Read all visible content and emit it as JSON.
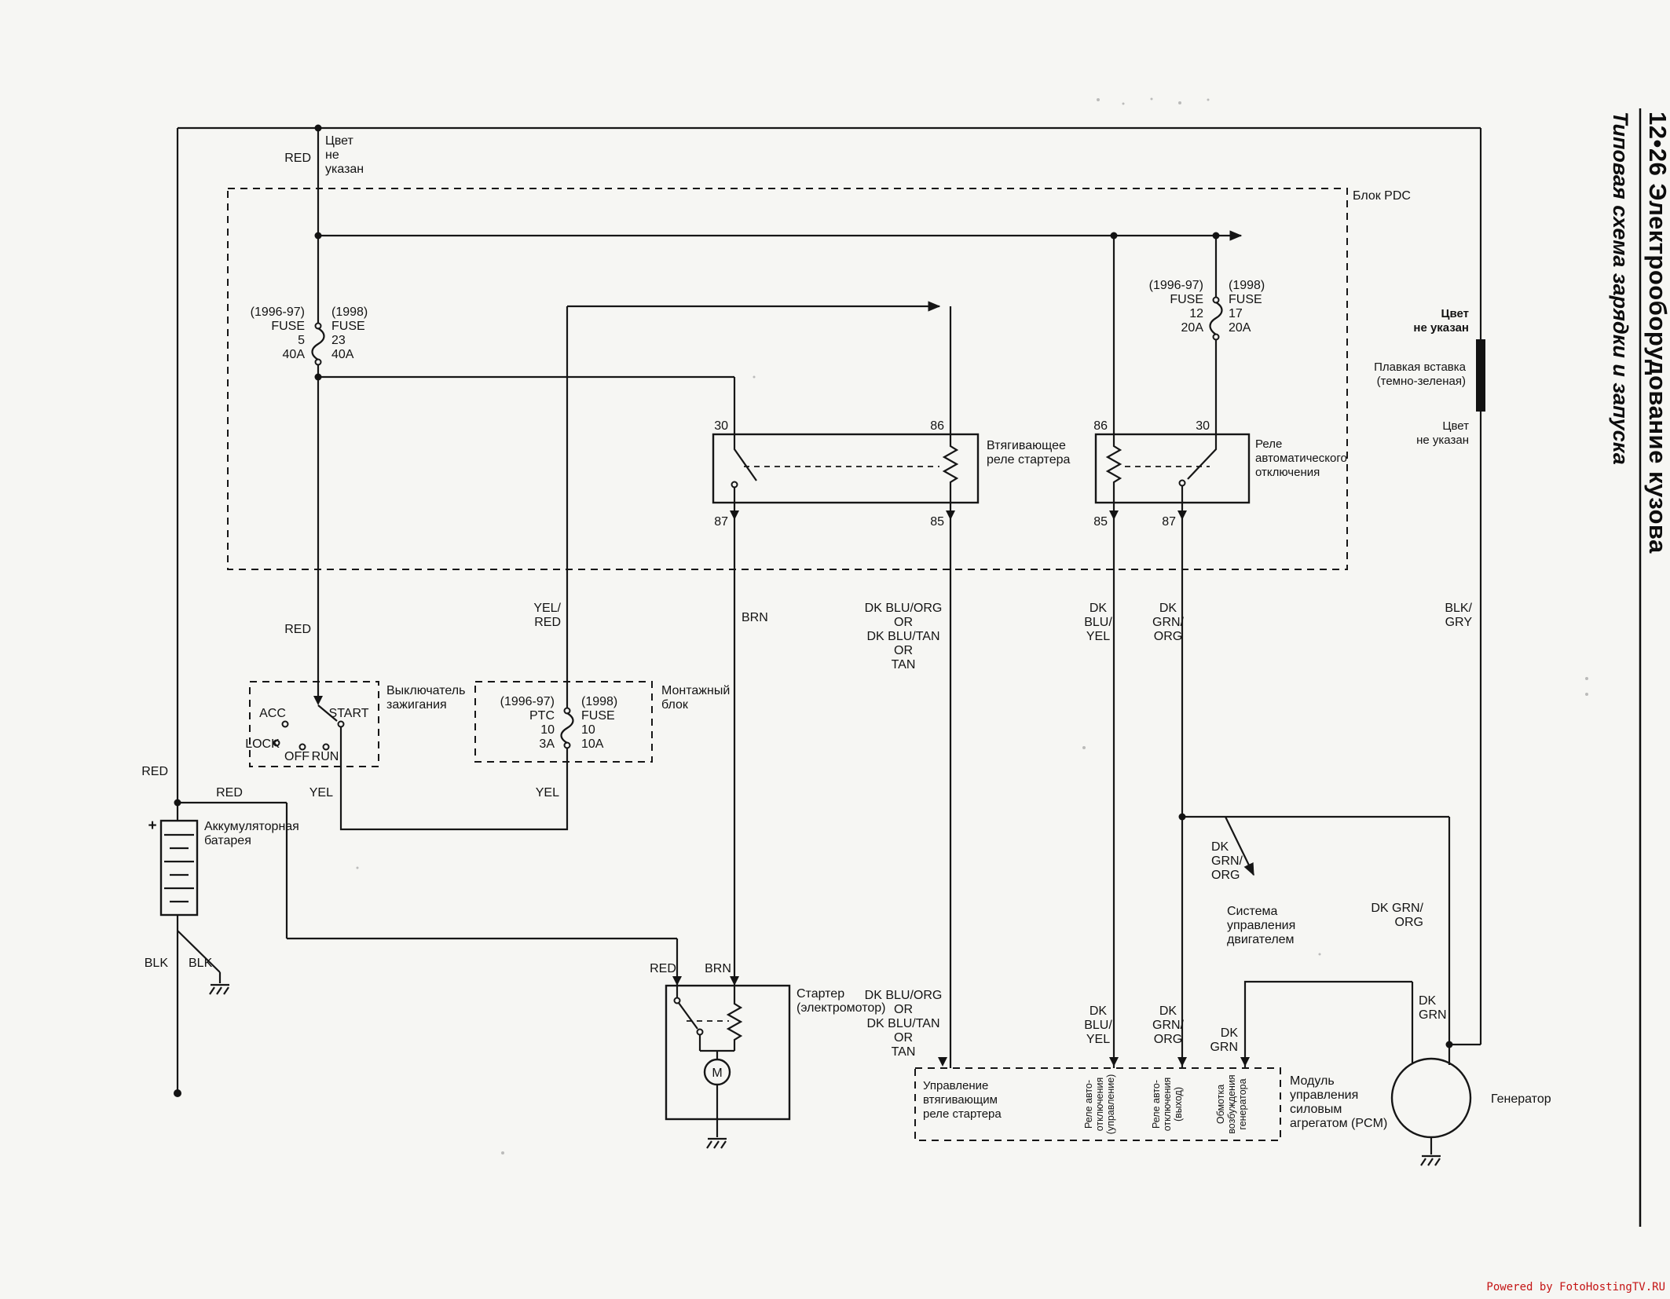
{
  "page": {
    "code_title": "12•26  Электрооборудование кузова",
    "subtitle": "Типовая схема зарядки и запуска",
    "watermark": "Powered by FotoHostingTV.RU"
  },
  "top_note": {
    "lines": [
      "Цвет",
      "не",
      "указан"
    ],
    "wire": "RED"
  },
  "pdc": {
    "title": "Блок PDC",
    "fuse_a": {
      "left": [
        "(1996-97)",
        "FUSE",
        "5",
        "40A"
      ],
      "right": [
        "(1998)",
        "FUSE",
        "23",
        "40A"
      ]
    },
    "fuse_b": {
      "left": [
        "(1996-97)",
        "FUSE",
        "12",
        "20A"
      ],
      "right": [
        "(1998)",
        "FUSE",
        "17",
        "20A"
      ]
    },
    "starter_relay": {
      "label": [
        "Втягивающее",
        "реле стартера"
      ],
      "terminals": {
        "tl": "30",
        "tr": "86",
        "bl": "87",
        "br": "85"
      }
    },
    "asd_relay": {
      "label": [
        "Реле",
        "автоматического",
        "отключения"
      ],
      "terminals": {
        "tl": "86",
        "tr": "30",
        "bl": "85",
        "br": "87"
      }
    }
  },
  "fusible_link": {
    "above": [
      "Цвет",
      "не указан"
    ],
    "label": [
      "Плавкая вставка",
      "(темно-зеленая)"
    ],
    "below": [
      "Цвет",
      "не указан"
    ]
  },
  "wires": {
    "red": "RED",
    "yel": "YEL",
    "brn": "BRN",
    "blk": "BLK",
    "yel_red": [
      "YEL/",
      "RED"
    ],
    "blk_gry": [
      "BLK/",
      "GRY"
    ],
    "dk_blu_org_alt": [
      "DK BLU/ORG",
      "OR",
      "DK BLU/TAN",
      "OR",
      "TAN"
    ],
    "dk_blu_yel": [
      "DK",
      "BLU/",
      "YEL"
    ],
    "dk_grn_org": [
      "DK",
      "GRN/",
      "ORG"
    ],
    "dk_grn_org_2l": [
      "DK GRN/",
      "ORG"
    ],
    "dk_grn": [
      "DK",
      "GRN"
    ]
  },
  "ignition": {
    "label": [
      "Выключатель",
      "зажигания"
    ],
    "positions": {
      "acc": "ACC",
      "lock": "LOCK",
      "off": "OFF",
      "run": "RUN",
      "start": "START"
    }
  },
  "mounting_block": {
    "label": [
      "Монтажный",
      "блок"
    ],
    "fuse": {
      "left": [
        "(1996-97)",
        "PTC",
        "10",
        "3A"
      ],
      "right": [
        "(1998)",
        "FUSE",
        "10",
        "10A"
      ]
    }
  },
  "battery": {
    "label": [
      "Аккумуляторная",
      "батарея"
    ],
    "plus": "+"
  },
  "starter": {
    "label": [
      "Стартер",
      "(электромотор)"
    ],
    "motor": "M"
  },
  "pcm": {
    "label": [
      "Модуль",
      "управления",
      "силовым",
      "агрегатом (PCM)"
    ],
    "ch1": [
      "Управление",
      "втягивающим",
      "реле стартера"
    ],
    "ch2": [
      "Реле авто-",
      "отключения",
      "(управление)"
    ],
    "ch3": [
      "Реле авто-",
      "отключения",
      "(выход)"
    ],
    "ch4": [
      "Обмотка",
      "возбуждения",
      "генератора"
    ]
  },
  "engine_mgmt": [
    "Система",
    "управления",
    "двигателем"
  ],
  "generator_label": "Генератор"
}
